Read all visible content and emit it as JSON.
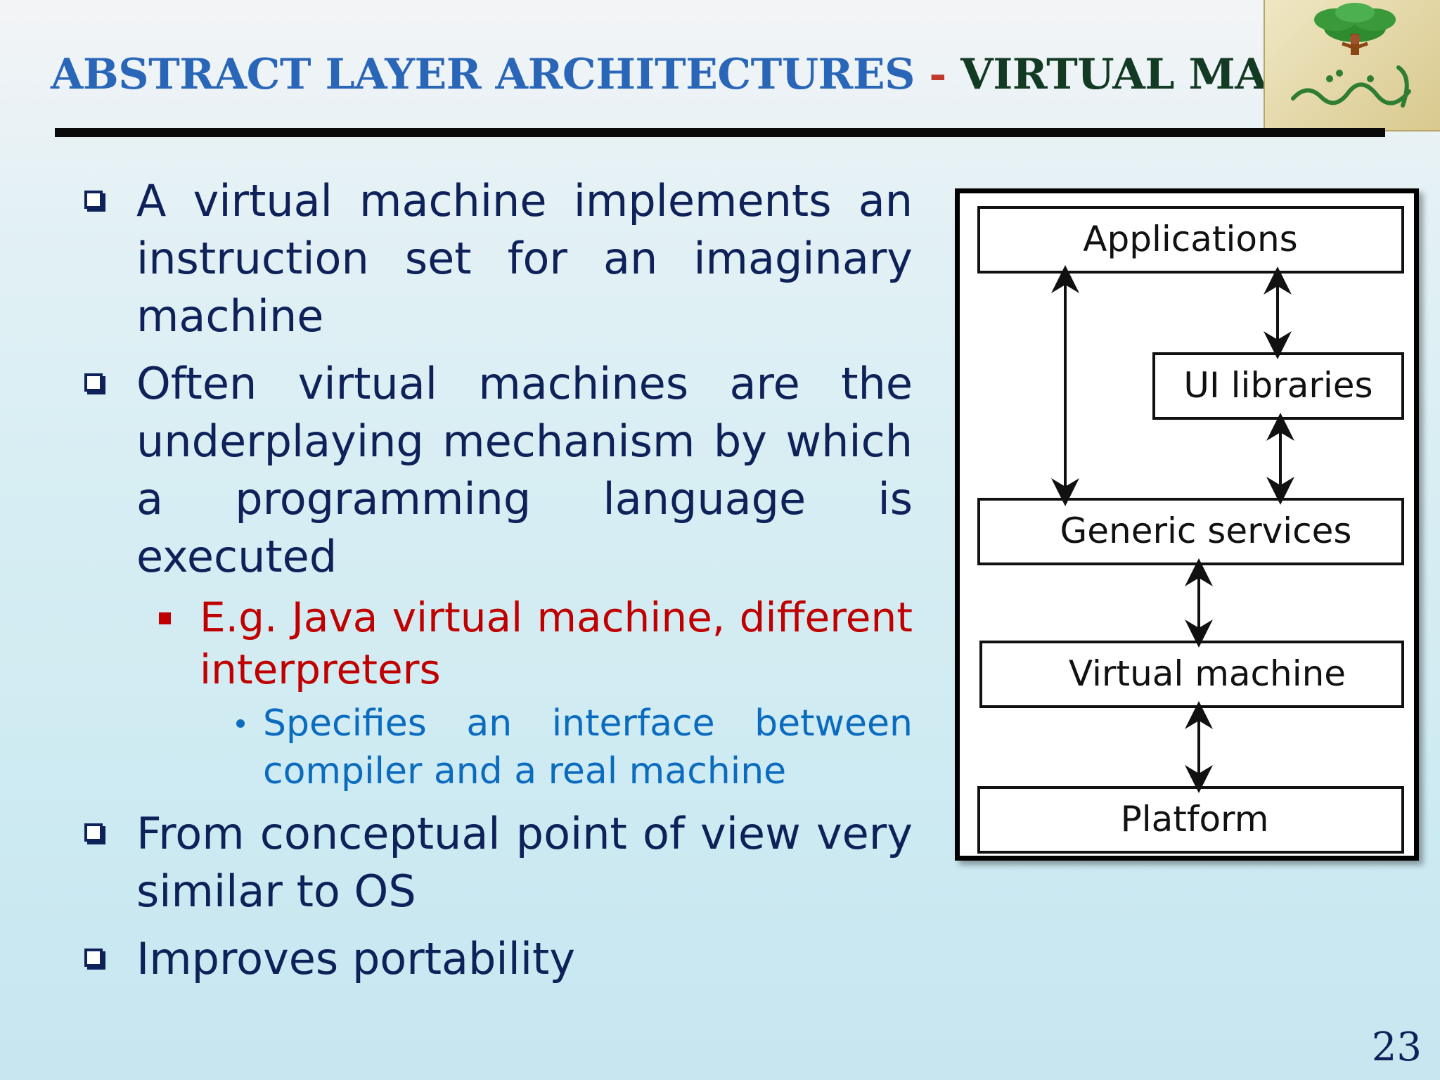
{
  "title": {
    "part1": "ABSTRACT LAYER ARCHITECTURES",
    "separator": " - ",
    "part2": "VIRTUAL MACHINE"
  },
  "logo": {
    "icon": "tree-person-logo-icon",
    "colors": {
      "leaves": "#2e8b2e",
      "trunk": "#8b4513",
      "script": "#2e7d32"
    }
  },
  "bullets": {
    "b1": "A virtual machine implements an instruction set for an imaginary machine",
    "b2": "Often virtual machines are the underplaying mechanism by which a programming language is executed",
    "b2_sub": "E.g. Java virtual machine, different interpreters",
    "b2_sub_sub": "Specifies an interface between compiler and a real machine",
    "b3": "From conceptual point of view very similar to OS",
    "b4": "Improves portability"
  },
  "diagram": {
    "applications": "Applications",
    "ui_libraries": "UI libraries",
    "generic_services": "Generic services",
    "virtual_machine": "Virtual machine",
    "platform": "Platform"
  },
  "page_number": "23",
  "colors": {
    "primary_text": "#0e2159",
    "sub_bullet": "#c00000",
    "sub_sub_bullet": "#0b6bbf",
    "title_blue": "#2a66b8",
    "title_green": "#133a22"
  }
}
